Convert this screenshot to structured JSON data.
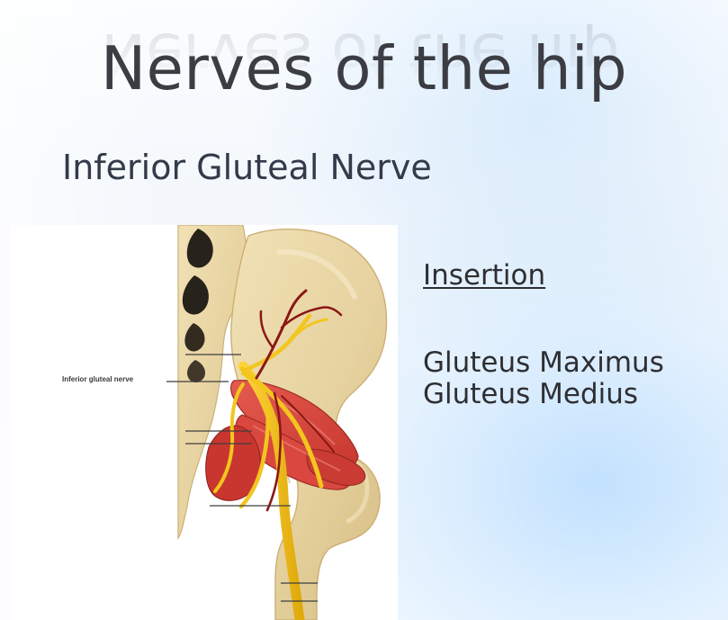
{
  "slide": {
    "title": "Nerves of the hip",
    "subtitle": "Inferior Gluteal Nerve"
  },
  "figure": {
    "label": "Inferior gluteal nerve"
  },
  "insertion": {
    "heading": "Insertion",
    "items": [
      "Gluteus Maximus",
      "Gluteus Medius"
    ]
  },
  "colors": {
    "title_text": "#3b3d43",
    "body_text": "#2e2e32",
    "bone": "#e8d7a8",
    "muscle": "#d9483e",
    "nerve": "#f0c21b",
    "vessel": "#8a1814",
    "accent_blue": "#97cdff"
  }
}
